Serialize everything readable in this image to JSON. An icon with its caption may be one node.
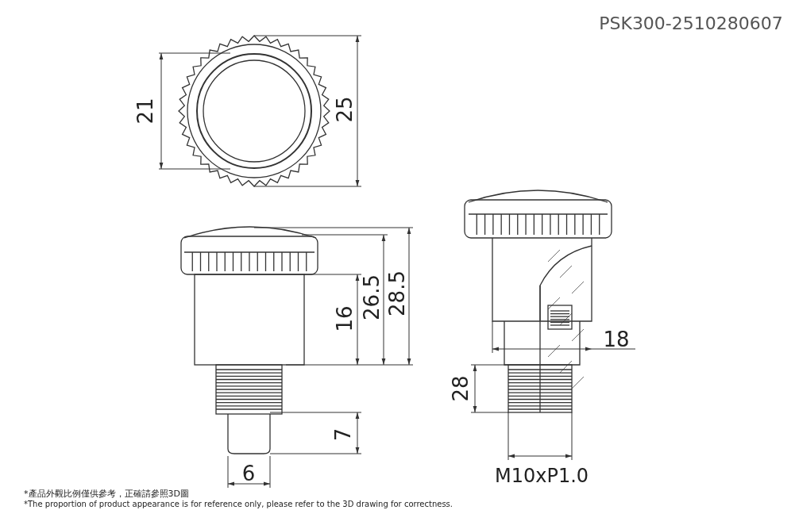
{
  "diagram": {
    "labels": [
      "PSK300-2510280607",
      "21",
      "25",
      "16",
      "26.5",
      "28.5",
      "18",
      "28",
      "7",
      "6",
      "M10xP1.0",
      "*產品外觀比例僅供參考，正確請參照3D圖",
      "*The proportion of product appearance is for reference only, please refer to the 3D drawing for correctness."
    ]
  }
}
